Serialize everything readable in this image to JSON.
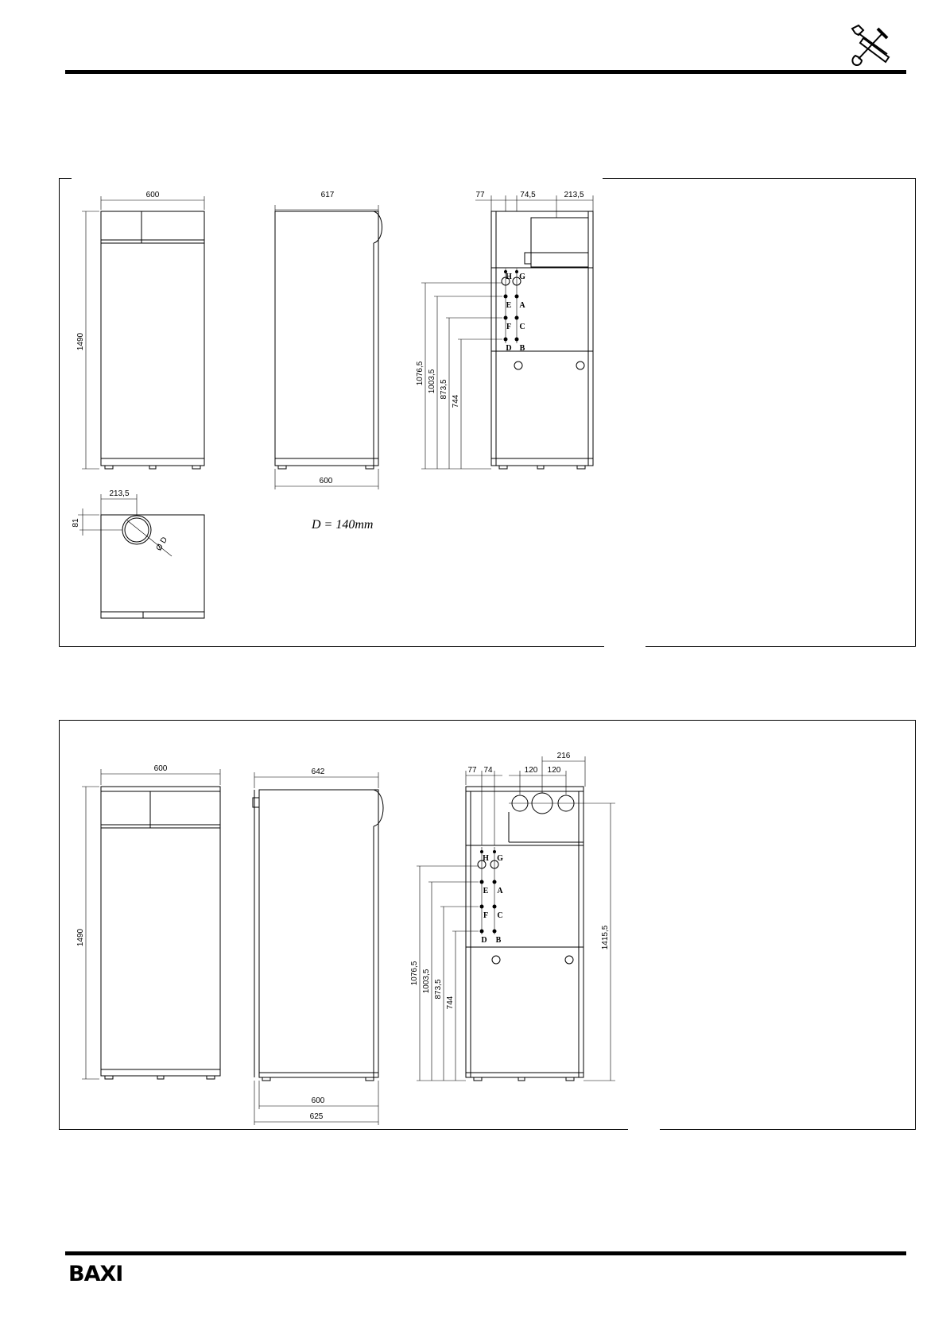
{
  "brand": {
    "logo_text": "BAXI"
  },
  "icons": {
    "header_icon": "wrench-screwdriver-icon"
  },
  "figure1": {
    "front": {
      "width": "600",
      "height": "1490"
    },
    "side": {
      "depth": "617",
      "base": "600"
    },
    "rear": {
      "dims": [
        "77",
        "74,5",
        "213,5"
      ],
      "heights": [
        "1076,5",
        "1003,5",
        "873,5",
        "744"
      ],
      "labels": [
        "H",
        "G",
        "E",
        "A",
        "F",
        "C",
        "D",
        "B"
      ]
    },
    "top": {
      "offset_x": "213,5",
      "offset_y": "81",
      "dia_symbol": "Ø D"
    },
    "formula": "D  = 140mm"
  },
  "figure2": {
    "front": {
      "width": "600",
      "height": "1490"
    },
    "side": {
      "depth": "642",
      "base1": "600",
      "base2": "625"
    },
    "rear": {
      "dims": [
        "77",
        "74",
        "120",
        "120",
        "216"
      ],
      "heights": [
        "1076,5",
        "1003,5",
        "873,5",
        "744"
      ],
      "right_height": "1415,5",
      "labels": [
        "H",
        "G",
        "E",
        "A",
        "F",
        "C",
        "D",
        "B"
      ]
    }
  }
}
